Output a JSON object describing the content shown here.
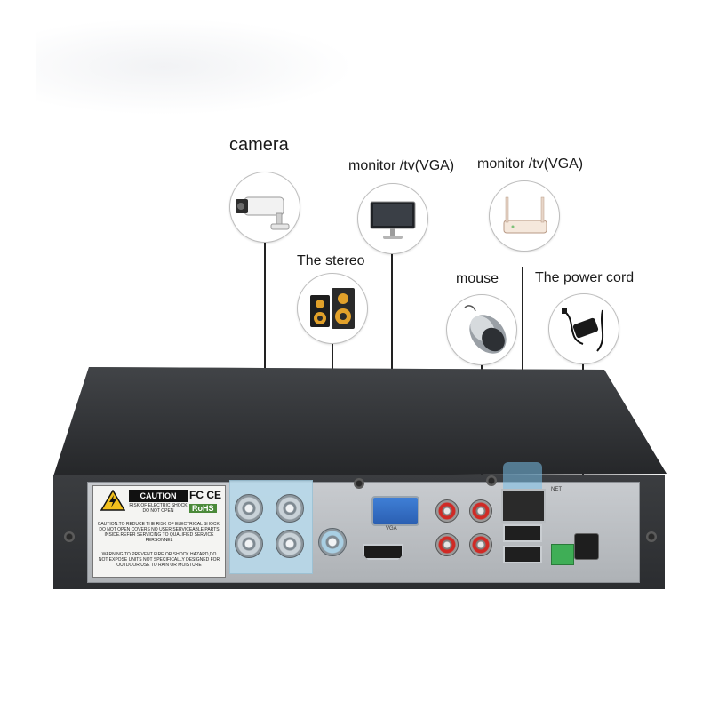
{
  "labels": {
    "camera": "camera",
    "monitor_vga": "monitor  /tv(VGA)",
    "monitor_vga_2": "monitor  /tv(VGA)",
    "stereo": "The stereo",
    "mouse": "mouse",
    "power_cord": "The power cord"
  },
  "device_panel": {
    "caution_title": "CAUTION",
    "caution_sub": "RISK OF ELECTRIC SHOCK DO NOT OPEN",
    "caution_text": "CAUTION:TO REDUCE THE RISK OF ELECTRICAL SHOCK, DO NOT OPEN COVERS NO USER SERVICEABLE PARTS INSIDE.REFER SERVICING TO QUALIFIED SERVICE PERSONNEL",
    "warning_text": "WARNING:TO PREVENT FIRE OR SHOCK HAZARD,DO NOT EXPOSE UNITS NOT SPECIFICALLY DESIGNED FOR OUTDOOR USE TO RAIN OR MOISTURE",
    "cert_fcc": "FC CE",
    "cert_rohs": "RoHS",
    "port_vga": "VGA",
    "port_net": "NET"
  },
  "icons": [
    "camera-icon",
    "monitor-icon",
    "router-icon",
    "speaker-icon",
    "mouse-icon",
    "power-adapter-icon"
  ],
  "colors": {
    "vga_port": "#2b5fb2",
    "rca": "#d02a25",
    "bnc_highlight": "#b8d9ea",
    "terminal": "#3fae56"
  }
}
